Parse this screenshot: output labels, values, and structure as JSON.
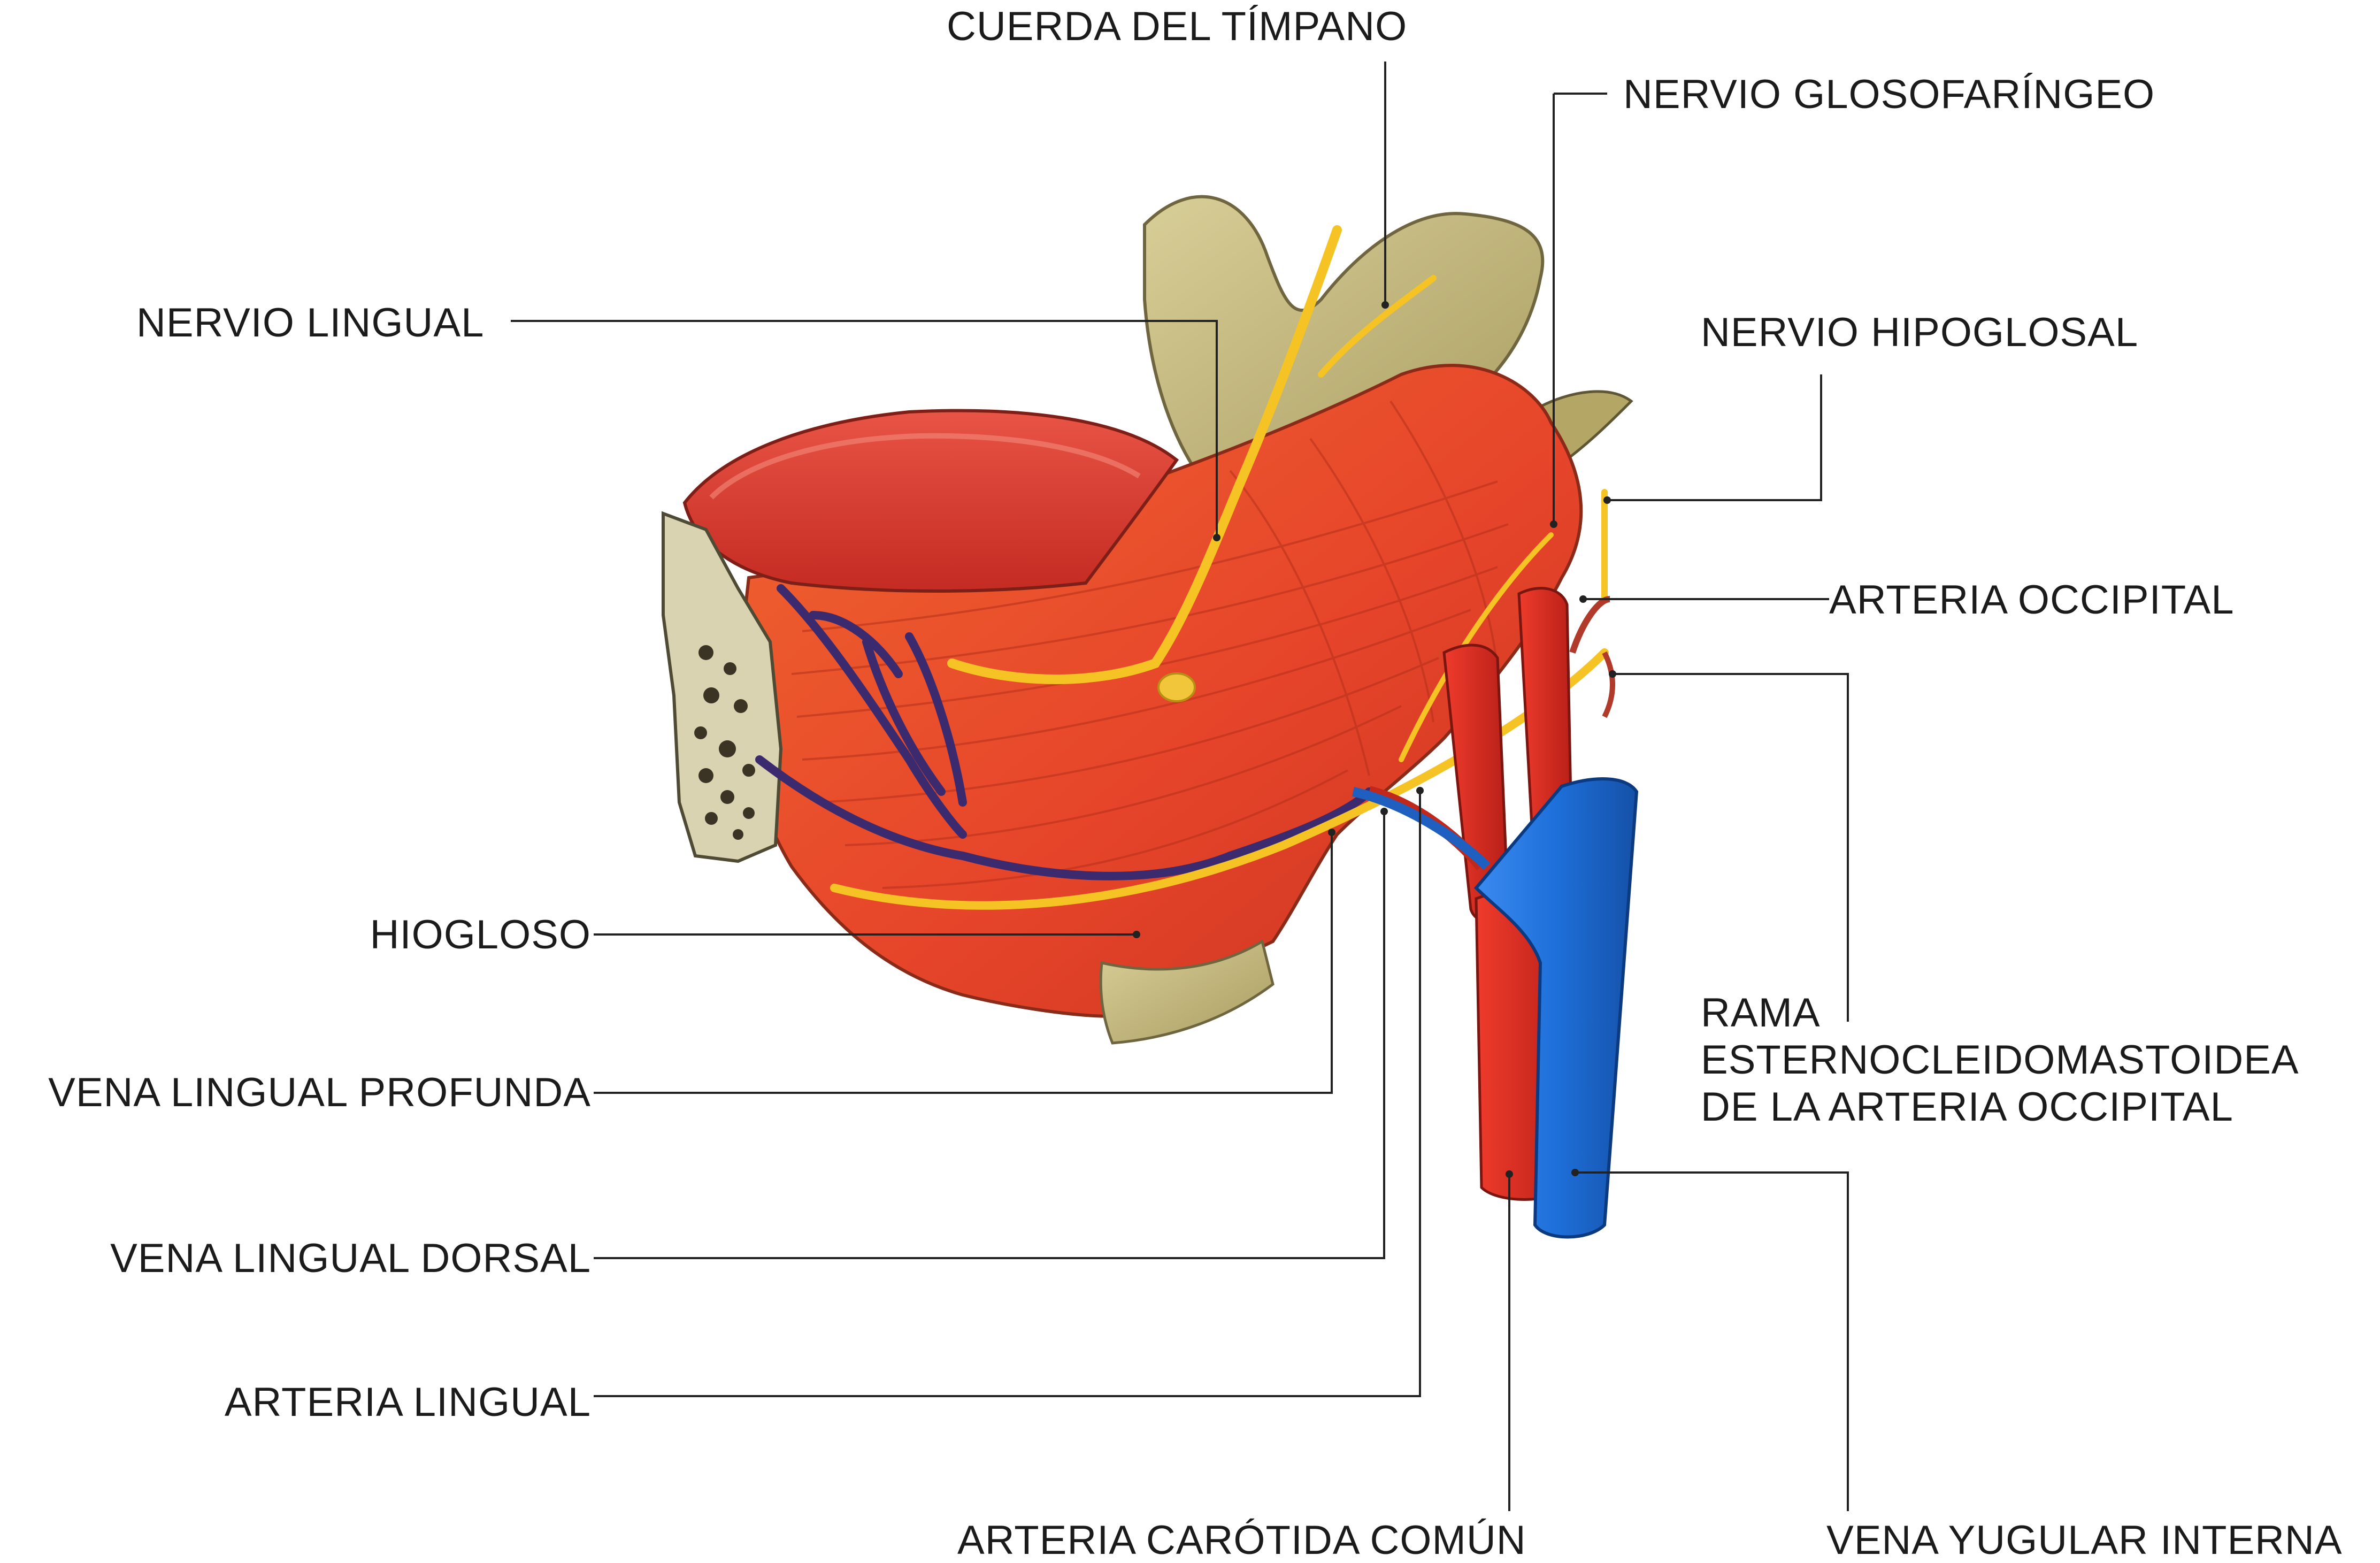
{
  "labels": {
    "cuerda_del_timpano": "CUERDA DEL TÍMPANO",
    "nervio_glosofaringeo": "NERVIO GLOSOFARÍNGEO",
    "nervio_lingual": "NERVIO LINGUAL",
    "nervio_hipoglosal": "NERVIO HIPOGLOSAL",
    "arteria_occipital": "ARTERIA OCCIPITAL",
    "hiogloso": "HIOGLOSO",
    "rama_line1": "RAMA",
    "rama_line2": "ESTERNOCLEIDOMASTOIDEA",
    "rama_line3": "DE LA ARTERIA OCCIPITAL",
    "vena_lingual_profunda": "VENA LINGUAL PROFUNDA",
    "vena_lingual_dorsal": "VENA LINGUAL DORSAL",
    "arteria_lingual": "ARTERIA LINGUAL",
    "arteria_carotida_comun": "ARTERIA CARÓTIDA COMÚN",
    "vena_yugular_interna": "VENA YUGULAR INTERNA"
  },
  "colors": {
    "muscle": "#e8452a",
    "tongue": "#d83a2c",
    "bone": "#cfc48a",
    "nerve": "#f5c323",
    "artery": "#d8281e",
    "vein": "#1e6fd9",
    "leader_line": "#222222"
  }
}
